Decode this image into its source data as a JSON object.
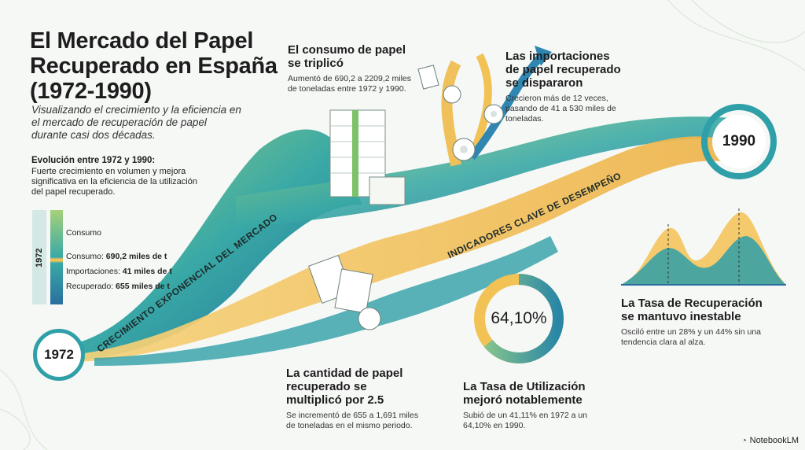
{
  "header": {
    "title": "El Mercado del Papel Recuperado en España (1972-1990)",
    "subtitle": "Visualizando el crecimiento y la eficiencia en el mercado de recuperación de papel durante casi dos décadas.",
    "evolution_heading": "Evolución entre 1972 y 1990:",
    "evolution_text": "Fuerte crecimiento en volumen y mejora significativa en la eficiencia de la utilización del papel recuperado."
  },
  "bar_1972": {
    "year": "1972",
    "legend_consumo": "Consumo",
    "consumo_label": "Consumo: ",
    "consumo_value": "690,2 miles de t",
    "importaciones_label": "Importaciones: ",
    "importaciones_value": "41 miles de t",
    "recuperado_label": "Recuperado: ",
    "recuperado_value": "655 miles de t"
  },
  "timeline": {
    "start_year": "1972",
    "end_year": "1990",
    "ribbon_growth": "CRECIMIENTO EXPONENCIAL DEL MERCADO",
    "ribbon_kpi": "INDICADORES CLAVE DE DESEMPEÑO"
  },
  "cards": {
    "consumo": {
      "heading": "El consumo de papel se triplicó",
      "text": "Aumentó de 690,2 a 2209,2 miles de toneladas entre 1972 y 1990."
    },
    "importaciones": {
      "heading": "Las importaciones de papel recuperado se dispararon",
      "text": "Crecieron más de 12 veces, pasando de 41 a 530 miles de toneladas."
    },
    "recuperado": {
      "heading": "La cantidad de papel recuperado se multiplicó por 2.5",
      "text": "Se incrementó de 655 a 1,691 miles de toneladas en el mismo periodo."
    },
    "utilizacion": {
      "heading": "La Tasa de Utilización mejoró notablemente",
      "text": "Subió de un 41,11% en 1972 a un 64,10% en 1990.",
      "donut_value": "64,10%",
      "donut_fraction": 0.641
    },
    "recuperacion": {
      "heading": "La Tasa de Recuperación se mantuvo inestable",
      "text": "Osciló entre un 28% y un 44% sin una tendencia clara al alza."
    }
  },
  "colors": {
    "green": "#7cc26a",
    "teal": "#2f9fa8",
    "blue": "#2a6f9e",
    "yellow": "#f3c255"
  },
  "branding": {
    "label": "NotebookLM"
  }
}
